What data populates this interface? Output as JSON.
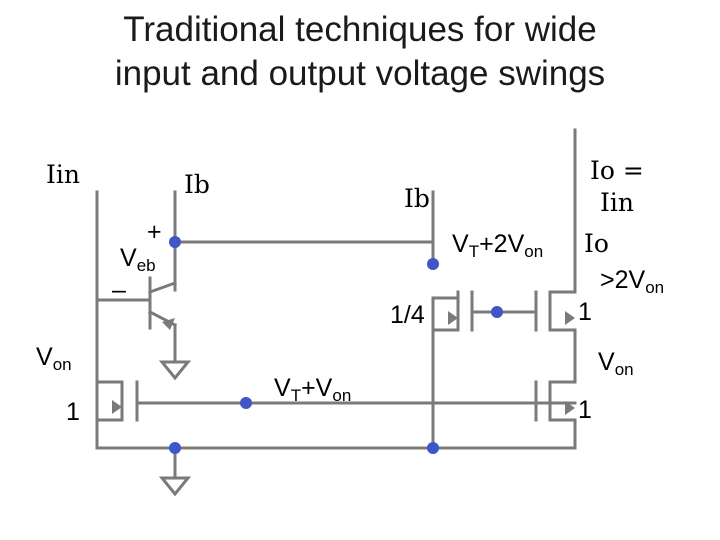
{
  "title": {
    "line1": "Traditional techniques for wide",
    "line2": "input and output voltage swings"
  },
  "labels": {
    "iin": "Iin",
    "ib_left": "Ib",
    "ib_right": "Ib",
    "io_eq": "Io =",
    "io_eq_iin": "Iin",
    "io": "Io",
    "io_gt": ">2V",
    "io_gt_sub": "on",
    "veb_plus": "+",
    "veb_v": "V",
    "veb_sub": "eb",
    "veb_minus": "–",
    "vt2von_v": "V",
    "vt2von_t": "T",
    "vt2von_rest": "+2V",
    "vt2von_sub": "on",
    "ratio_quarter": "1/4",
    "ratio_one_right": "1",
    "von_left_v": "V",
    "von_left_sub": "on",
    "one_left": "1",
    "vtvon_v": "V",
    "vtvon_t": "T",
    "vtvon_rest": "+V",
    "vtvon_sub": "on",
    "von_right_v": "V",
    "von_right_sub": "on",
    "one_bottom_right": "1"
  },
  "colors": {
    "wire": "#7a7a7a",
    "node": "#4055c7",
    "text": "#000000",
    "title": "#1a1a1a"
  }
}
